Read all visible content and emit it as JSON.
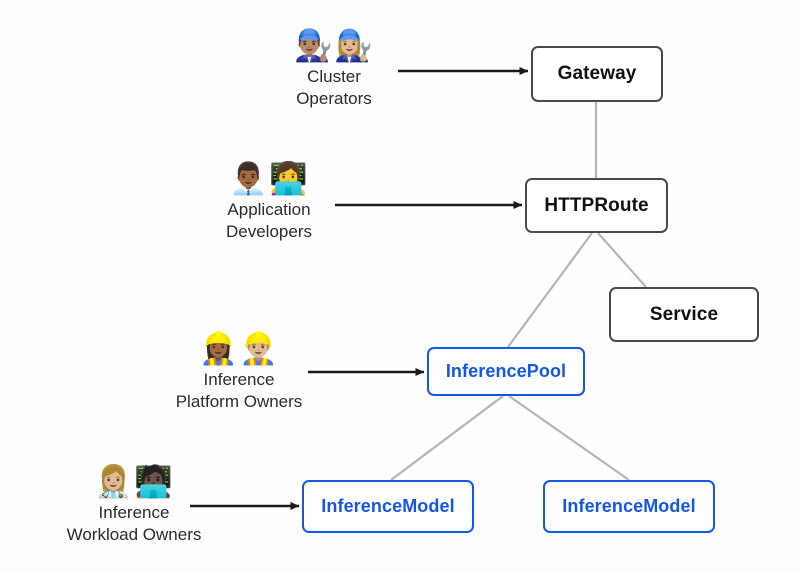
{
  "diagram": {
    "title": "Gateway API Inference Extension personas and resources",
    "background_color": "#fefefe",
    "node_border_gray": "#4a4a4a",
    "node_border_blue": "#1457e6",
    "node_text_blue": "#1457e6",
    "edge_color_gray": "#b5b5b5",
    "arrow_color": "#1a1a1a"
  },
  "nodes": [
    {
      "id": "gateway",
      "label": "Gateway",
      "style": "gray"
    },
    {
      "id": "httproute",
      "label": "HTTPRoute",
      "style": "gray"
    },
    {
      "id": "service",
      "label": "Service",
      "style": "gray"
    },
    {
      "id": "inferencepool",
      "label": "InferencePool",
      "style": "blue"
    },
    {
      "id": "model1",
      "label": "InferenceModel",
      "style": "blue"
    },
    {
      "id": "model2",
      "label": "InferenceModel",
      "style": "blue"
    }
  ],
  "personas": [
    {
      "id": "cluster-operators",
      "emojis": "👨🏽‍🔧👩🏼‍🔧",
      "icon_names": "man-mechanic-icon woman-mechanic-icon",
      "line1": "Cluster",
      "line2": "Operators",
      "targets": "gateway"
    },
    {
      "id": "application-developers",
      "emojis": "👨🏾‍💼👩‍💻",
      "icon_names": "man-office-worker-icon woman-technologist-icon",
      "line1": "Application",
      "line2": "Developers",
      "targets": "httproute"
    },
    {
      "id": "inference-platform-owners",
      "emojis": "👷🏾‍♀️👷🏼‍♂️",
      "icon_names": "woman-construction-worker-icon man-construction-worker-icon",
      "line1": "Inference",
      "line2": "Platform Owners",
      "targets": "inferencepool"
    },
    {
      "id": "inference-workload-owners",
      "emojis": "👩🏼‍⚕️🧑🏿‍💻",
      "icon_names": "woman-health-worker-icon person-technologist-icon",
      "line1": "Inference",
      "line2": "Workload Owners",
      "targets": "model1"
    }
  ],
  "edges": [
    {
      "from": "gateway",
      "to": "httproute",
      "kind": "link"
    },
    {
      "from": "httproute",
      "to": "inferencepool",
      "kind": "link"
    },
    {
      "from": "httproute",
      "to": "service",
      "kind": "link"
    },
    {
      "from": "inferencepool",
      "to": "model1",
      "kind": "link"
    },
    {
      "from": "inferencepool",
      "to": "model2",
      "kind": "link"
    },
    {
      "from": "cluster-operators",
      "to": "gateway",
      "kind": "arrow"
    },
    {
      "from": "application-developers",
      "to": "httproute",
      "kind": "arrow"
    },
    {
      "from": "inference-platform-owners",
      "to": "inferencepool",
      "kind": "arrow"
    },
    {
      "from": "inference-workload-owners",
      "to": "model1",
      "kind": "arrow"
    }
  ]
}
